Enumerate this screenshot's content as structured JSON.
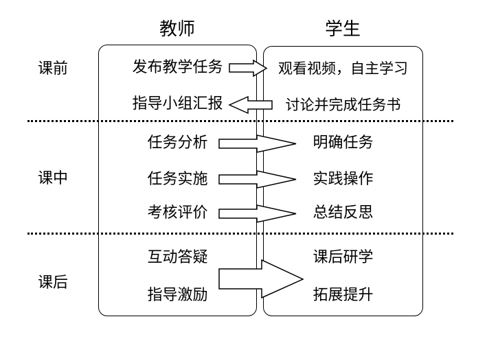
{
  "diagram": {
    "title_columns": {
      "teacher": "教师",
      "student": "学生"
    },
    "stages": [
      {
        "key": "pre",
        "label": "课前"
      },
      {
        "key": "mid",
        "label": "课中"
      },
      {
        "key": "post",
        "label": "课后"
      }
    ],
    "rows": [
      {
        "stage": "课前",
        "teacher": "发布教学任务",
        "student": "观看视频，自主学习",
        "arrow": "right"
      },
      {
        "stage": "课前",
        "teacher": "指导小组汇报",
        "student": "讨论并完成任务书",
        "arrow": "left"
      },
      {
        "stage": "课中",
        "teacher": "任务分析",
        "student": "明确任务",
        "arrow": "right"
      },
      {
        "stage": "课中",
        "teacher": "任务实施",
        "student": "实践操作",
        "arrow": "right"
      },
      {
        "stage": "课中",
        "teacher": "考核评价",
        "student": "总结反思",
        "arrow": "right"
      },
      {
        "stage": "课后",
        "teacher": "互动答疑",
        "student": "课后研学",
        "arrow": "right"
      },
      {
        "stage": "课后",
        "teacher": "指导激励",
        "student": "拓展提升",
        "arrow": "none"
      }
    ],
    "colors": {
      "stroke": "#000000",
      "background": "#ffffff",
      "fill": "#ffffff"
    }
  }
}
